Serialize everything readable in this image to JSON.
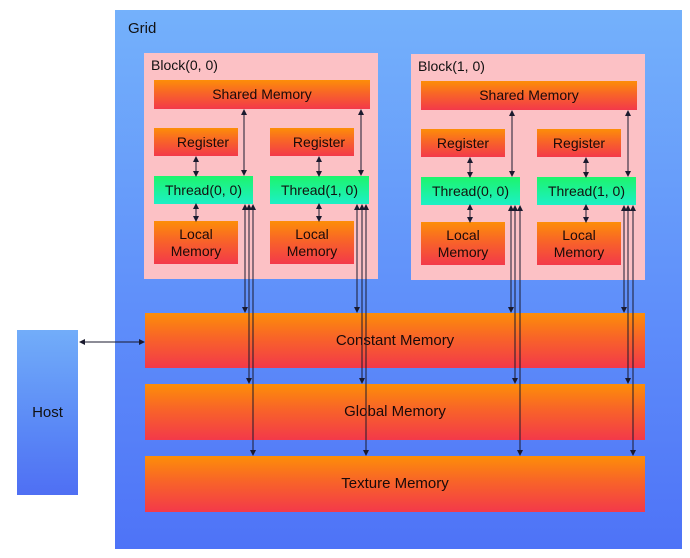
{
  "grid": {
    "label": "Grid"
  },
  "host": {
    "label": "Host"
  },
  "blocks": [
    {
      "label": "Block(0, 0)",
      "shared_memory": "Shared Memory",
      "threads": [
        {
          "register": "Register",
          "thread": "Thread(0, 0)",
          "local_memory": "Local\nMemory"
        },
        {
          "register": "Register",
          "thread": "Thread(1, 0)",
          "local_memory": "Local\nMemory"
        }
      ]
    },
    {
      "label": "Block(1, 0)",
      "shared_memory": "Shared Memory",
      "threads": [
        {
          "register": "Register",
          "thread": "Thread(0, 0)",
          "local_memory": "Local\nMemory"
        },
        {
          "register": "Register",
          "thread": "Thread(1, 0)",
          "local_memory": "Local\nMemory"
        }
      ]
    }
  ],
  "global_memories": {
    "constant": "Constant Memory",
    "global": "Global Memory",
    "texture": "Texture Memory"
  },
  "colors": {
    "grid": "#5f8ffa",
    "block": "#fcc1c5",
    "memory_top": "#fd8e08",
    "memory_bottom": "#f3394a",
    "thread_top": "#1df46c",
    "thread_bottom": "#1cf0c6",
    "arrow": "#1a1a2e"
  }
}
